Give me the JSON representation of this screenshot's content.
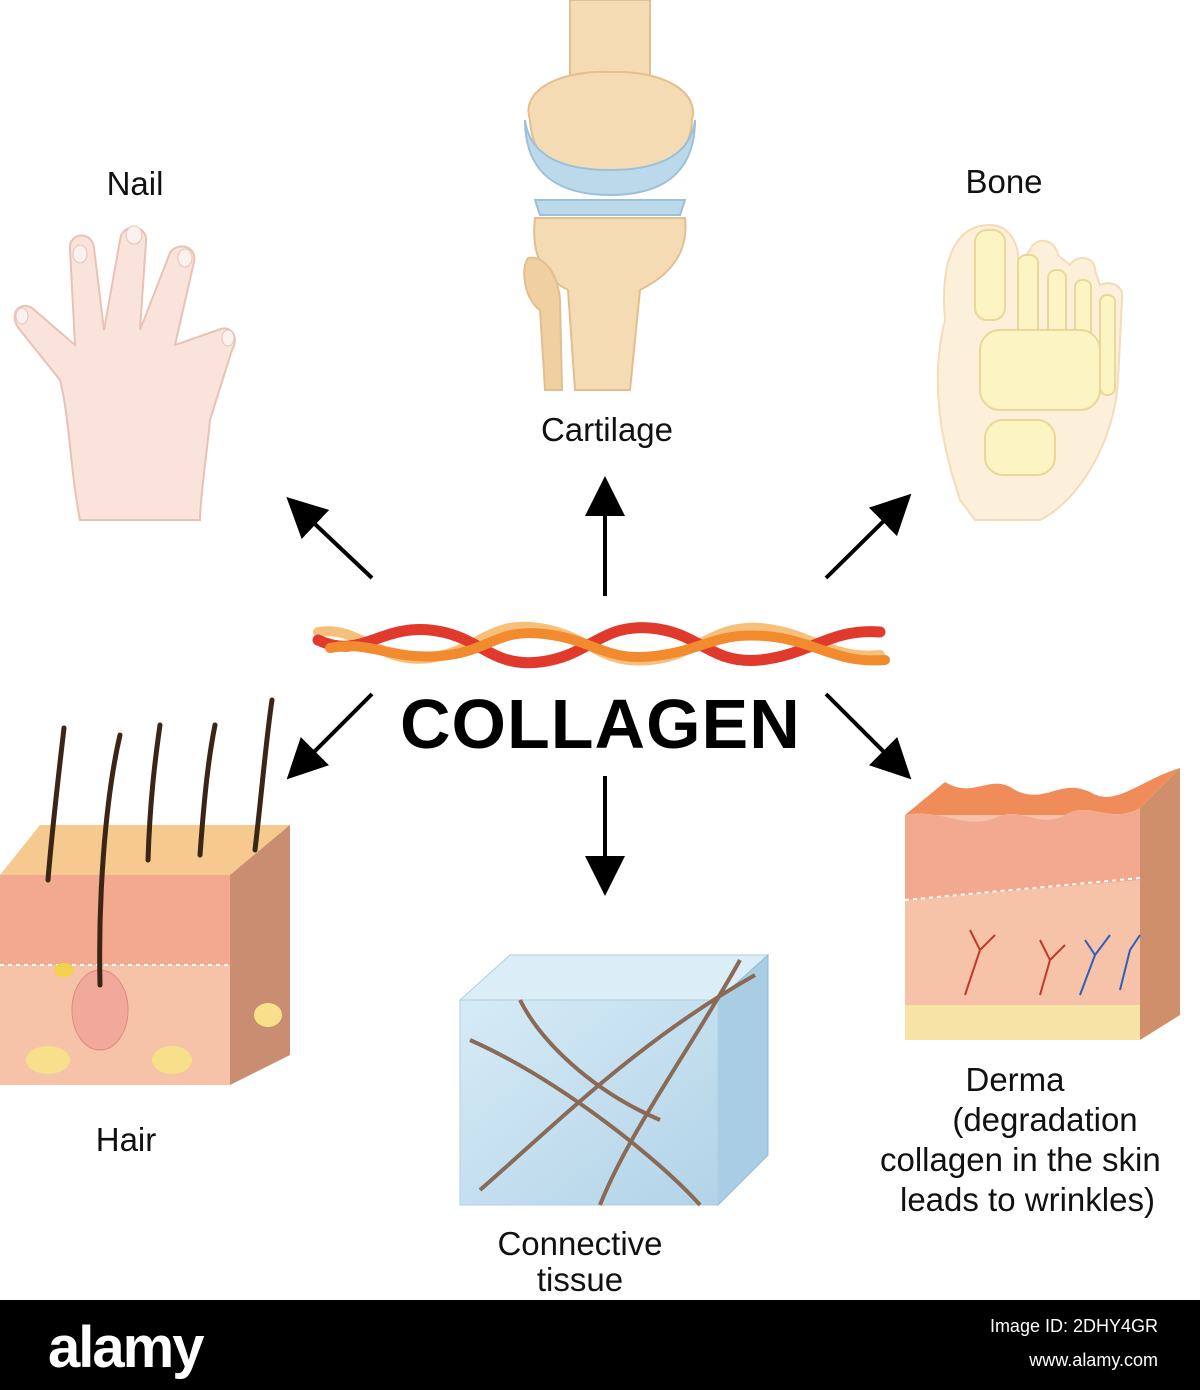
{
  "title": "COLLAGEN",
  "labels": {
    "nail": "Nail",
    "cartilage": "Cartilage",
    "bone": "Bone",
    "hair": "Hair",
    "connective": [
      "Connective",
      "tissue"
    ],
    "derma": [
      "Derma",
      "(degradation",
      "collagen in the skin",
      "leads to wrinkles)"
    ]
  },
  "footer": {
    "logo": "alamy",
    "image_id": "Image ID: 2DHY4GR",
    "site": "www.alamy.com"
  },
  "colors": {
    "collagen_red": "#e03a2c",
    "collagen_orange": "#f28a2e",
    "collagen_light": "#f6c07a",
    "bone": "#f4dbb3",
    "cartilage": "#bcd9ec",
    "skin": "#f6c2a8",
    "connective_cube": "#c9e2f0"
  }
}
